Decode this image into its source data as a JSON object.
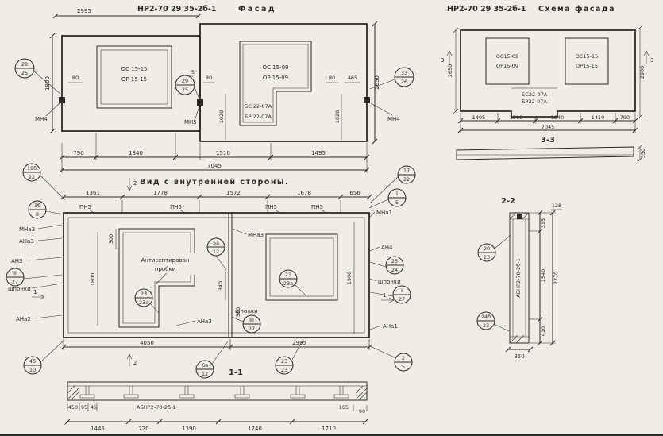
{
  "meta": {
    "bg": "#efede6",
    "ink": "#2b2b28"
  },
  "facade": {
    "code": "НР2-70 29 35-2б-1",
    "name": "Фасад",
    "top_dim": "2995",
    "win_left": [
      "ОС 15-15",
      "ОР 15-15"
    ],
    "win_right": [
      "ОС 15-09",
      "ОР 15-09"
    ],
    "panel_low": [
      "БС 22-07А",
      "БР 22-07А"
    ],
    "anchors": [
      "МН4",
      "МН5",
      "МН4"
    ],
    "offsets": [
      "80",
      "5",
      "80",
      "80",
      "465"
    ],
    "vdims": [
      "1900",
      "2650",
      "1020",
      "1020"
    ],
    "callouts": [
      {
        "t": "28",
        "b": "25"
      },
      {
        "t": "29",
        "b": "25"
      },
      {
        "t": "33",
        "b": "26"
      }
    ],
    "bdims": [
      "790",
      "1840",
      "1510",
      "1495"
    ],
    "total": "7045"
  },
  "scheme": {
    "code": "НР2-70 29 35-2б-1",
    "name": "Схема фасада",
    "win_left": [
      "ОС15-09",
      "ОР15-09"
    ],
    "win_right": [
      "ОС15-15",
      "ОР15-15"
    ],
    "panel_low": [
      "БС22-07А",
      "БР22-07А"
    ],
    "marks": [
      "3",
      "3"
    ],
    "vdims": [
      "2650",
      "2900"
    ],
    "bdims": [
      "1495",
      "1510",
      "1840",
      "1410",
      "790"
    ],
    "total": "7045",
    "sec_label": "3-3",
    "sec_dim": "350"
  },
  "inner": {
    "title": "Вид с внутренней стороны.",
    "tdims": [
      "1361",
      "1778",
      "1572",
      "1678",
      "656"
    ],
    "pn": [
      "ПН5",
      "ПН5",
      "ПН5",
      "ПН5"
    ],
    "left": [
      "МНа3",
      "АНа3",
      "АН3",
      "шпонки",
      "АНа2"
    ],
    "right": [
      "МНа1",
      "АН4",
      "шпонки",
      "АНа1"
    ],
    "mid": [
      "МНа3",
      "шпонки",
      "АНа3"
    ],
    "note": [
      "Антисептирован",
      "пробки"
    ],
    "idims": [
      "300",
      "1800",
      "340",
      "300",
      "1900"
    ],
    "bdims": [
      "4050",
      "2995"
    ],
    "marks": {
      "m1": "1",
      "m2": "2"
    },
    "co": {
      "n19b": {
        "t": "19б",
        "b": "22"
      },
      "n3b": {
        "t": "3б",
        "b": "8"
      },
      "n17": {
        "t": "17",
        "b": "22"
      },
      "n1": {
        "t": "1",
        "b": "5"
      },
      "n5a": {
        "t": "5а",
        "b": "12"
      },
      "n23aL": {
        "t": "23",
        "b": "23а"
      },
      "n23aR": {
        "t": "23",
        "b": "23а"
      },
      "n25": {
        "t": "25",
        "b": "24"
      },
      "nII": {
        "t": "II",
        "b": "27"
      },
      "nI": {
        "t": "I",
        "b": "27"
      },
      "nIII": {
        "t": "III",
        "b": "27"
      },
      "n4b": {
        "t": "4б",
        "b": "10"
      },
      "n6a": {
        "t": "6а",
        "b": "12"
      },
      "n23": {
        "t": "23",
        "b": "23"
      },
      "n2": {
        "t": "2",
        "b": "5"
      }
    }
  },
  "s11": {
    "label": "1-1",
    "part": "АБНР2-70-2б-1",
    "sdims": [
      "450",
      "95",
      "45",
      "165",
      "90"
    ],
    "bdims": [
      "1445",
      "720",
      "1390",
      "1740",
      "1710"
    ]
  },
  "s22": {
    "label": "2-2",
    "part": "АБНР2-70-2б-1",
    "callouts": [
      {
        "t": "20",
        "b": "23"
      },
      {
        "t": "24б",
        "b": "23"
      }
    ],
    "dims": [
      "128",
      "315",
      "1540",
      "2270",
      "410",
      "350"
    ]
  }
}
